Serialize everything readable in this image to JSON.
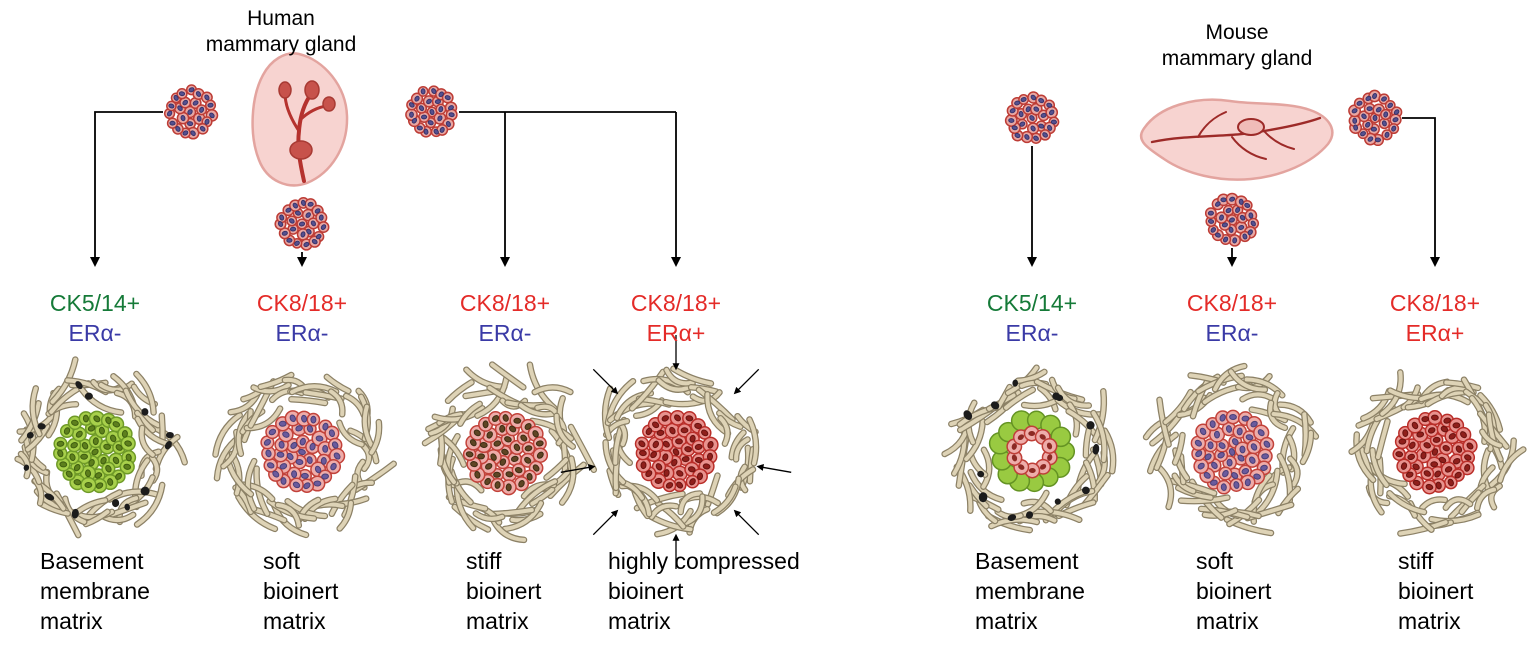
{
  "figure": {
    "human": {
      "title": "Human\nmammary gland",
      "columns": [
        {
          "markers": [
            {
              "text": "CK5/14+",
              "color": "#157a38"
            },
            {
              "text": "ERα-",
              "color": "#3a3aa6"
            }
          ],
          "caption": "Basement\nmembrane\nmatrix"
        },
        {
          "markers": [
            {
              "text": "CK8/18+",
              "color": "#e42b28"
            },
            {
              "text": "ERα-",
              "color": "#3a3aa6"
            }
          ],
          "caption": "soft\nbioinert\nmatrix"
        },
        {
          "markers": [
            {
              "text": "CK8/18+",
              "color": "#e42b28"
            },
            {
              "text": "ERα-",
              "color": "#3a3aa6"
            }
          ],
          "caption": "stiff\nbioinert\nmatrix"
        },
        {
          "markers": [
            {
              "text": "CK8/18+",
              "color": "#e42b28"
            },
            {
              "text": "ERα+",
              "color": "#e42b28"
            }
          ],
          "caption": "highly compressed\nbioinert\nmatrix"
        }
      ]
    },
    "mouse": {
      "title": "Mouse\nmammary gland",
      "columns": [
        {
          "markers": [
            {
              "text": "CK5/14+",
              "color": "#157a38"
            },
            {
              "text": "ERα-",
              "color": "#3a3aa6"
            }
          ],
          "caption": "Basement\nmembrane\nmatrix"
        },
        {
          "markers": [
            {
              "text": "CK8/18+",
              "color": "#e42b28"
            },
            {
              "text": "ERα-",
              "color": "#3a3aa6"
            }
          ],
          "caption": "soft\nbioinert\nmatrix"
        },
        {
          "markers": [
            {
              "text": "CK8/18+",
              "color": "#e42b28"
            },
            {
              "text": "ERα+",
              "color": "#e42b28"
            }
          ],
          "caption": "stiff\nbioinert\nmatrix"
        }
      ]
    },
    "colors": {
      "ck5_positive_green": "#157a38",
      "ck8_positive_red": "#e42b28",
      "er_negative_blue": "#3a3aa6",
      "er_positive_red": "#e42b28",
      "matrix_fiber_beige": "#ded3b6",
      "cell_pink": "#eeaca9",
      "cell_green": "#a8d04b",
      "gland_pink": "#f7d3d0",
      "duct_red": "#b5322e",
      "background": "#ffffff"
    }
  }
}
